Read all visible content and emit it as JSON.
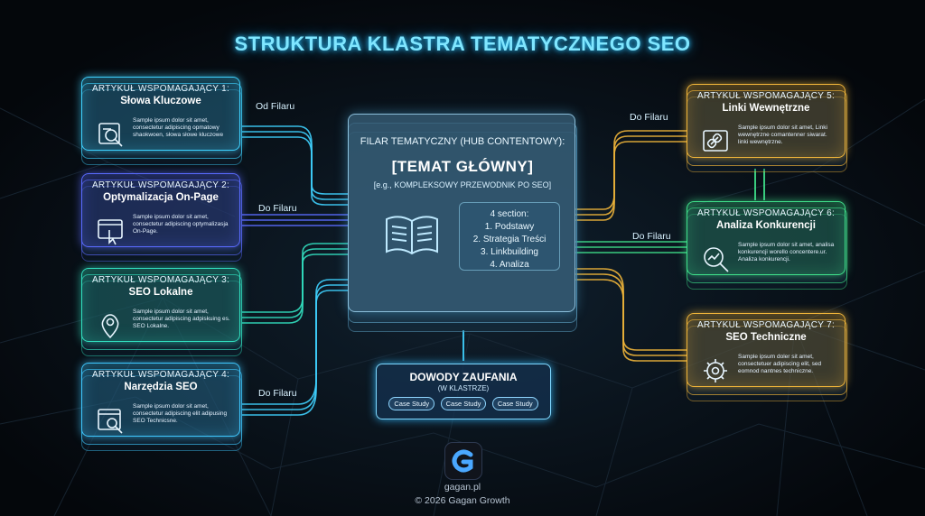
{
  "title": "STRUKTURA KLASTRA TEMATYCZNEGO SEO",
  "colors": {
    "cyan": "#3fd2ff",
    "blue": "#5a6bff",
    "teal": "#32e0c0",
    "amber": "#f0b53a",
    "green": "#3fe08a"
  },
  "hub": {
    "line1": "FILAR TEMATYCZNY (HUB CONTENTOWY):",
    "line2": "[TEMAT GŁÓWNY]",
    "line3": "[e.g., KOMPLEKSOWY PRZEWODNIK PO SEO]",
    "icon": "open-book-icon",
    "sections_title": "4 section:",
    "sections": [
      "1. Podstawy",
      "2. Strategia Treści",
      "3. Linkbuilding",
      "4. Analiza"
    ]
  },
  "left_cards": [
    {
      "title": "ARTYKUŁ WSPOMAGAJĄCY 1:",
      "subtitle": "Słowa Kluczowe",
      "desc": "Sample ipsum dolor sit amet, consectetur adipiscing opmatowy shaokwoen, słowa słowe kluczowe",
      "icon": "keyword-search-icon",
      "color": "#3fd2ff"
    },
    {
      "title": "ARTYKUŁ WSPOMAGAJĄCY 2:",
      "subtitle": "Optymalizacja On-Page",
      "desc": "Sample ipsum dolor sit amet, consectetur adipiscing optymalizasja On-Page.",
      "icon": "page-click-icon",
      "color": "#5a6bff"
    },
    {
      "title": "ARTYKUŁ WSPOMAGAJĄCY 3:",
      "subtitle": "SEO Lokalne",
      "desc": "Sample ipsum dolor sit amet, consectetur adipiscing adpiskuing es. SEO Lokalne.",
      "icon": "location-pin-icon",
      "color": "#32e0c0"
    },
    {
      "title": "ARTYKUŁ WSPOMAGAJĄCY 4:",
      "subtitle": "Narzędzia SEO",
      "desc": "Sample ipsum dolor sit amet, consectetur adipiscing elit adipusing SEO Technicsne.",
      "icon": "seo-tools-icon",
      "color": "#3fc8ff"
    }
  ],
  "right_cards": [
    {
      "title": "ARTYKUŁ WSPOMAGAJĄCY 5:",
      "subtitle": "Linki Wewnętrzne",
      "desc": "Sample ipsum dolor sit amet, Linki wewnętrzne comantenner siwarat. linki wewnętrzne.",
      "icon": "link-chain-icon",
      "color": "#f0b53a"
    },
    {
      "title": "ARTYKUŁ WSPOMAGAJĄCY 6:",
      "subtitle": "Analiza Konkurencji",
      "desc": "Sample ipsum dolor sit amet, analisa konkurencji worello concentere.ur. Analiza konkurencji.",
      "icon": "analytics-magnifier-icon",
      "color": "#3fe08a"
    },
    {
      "title": "ARTYKUŁ WSPOMAGAJĄCY 7:",
      "subtitle": "SEO Techniczne",
      "desc": "Sample ipsum doler sit amet, consectetuer adipiscing elit, sed eomnod nantnes techniczne.",
      "icon": "gear-wrench-icon",
      "color": "#f0b53a"
    }
  ],
  "flow_labels": {
    "od_filaru": "Od Filaru",
    "do_filaru_1": "Do Filaru",
    "do_filaru_2": "Do Filaru",
    "do_filaru_r5": "Do Filaru",
    "do_filaru_r6": "Do Filaru"
  },
  "trust": {
    "heading": "DOWODY ZAUFANIA",
    "sub": "(W KLASTRZE)",
    "pills": [
      "Case Study",
      "Case Study",
      "Case Study"
    ]
  },
  "footer": {
    "logo": "G",
    "site": "gagan.pl",
    "copyright": "© 2026 Gagan Growth"
  }
}
